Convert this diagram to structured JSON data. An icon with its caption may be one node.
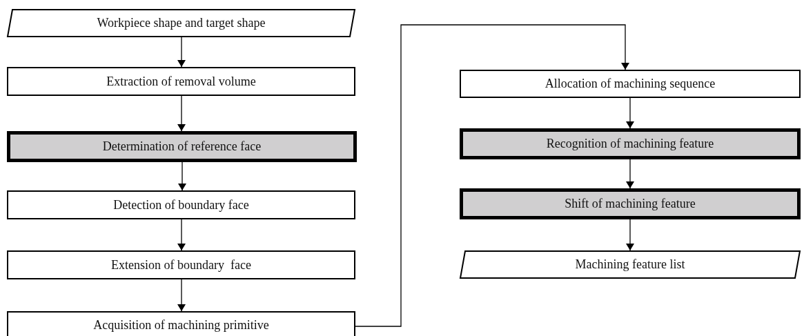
{
  "diagram": {
    "nodes": [
      {
        "text": [
          "Workpiece shape and target shape"
        ]
      },
      {
        "text": [
          "Extraction of removal volume"
        ]
      },
      {
        "text": [
          "Determination of reference face"
        ]
      },
      {
        "text": [
          "Detection of boundary face"
        ]
      },
      {
        "text": [
          "Extension of boundary  face"
        ]
      },
      {
        "text": [
          "Acquisition of machining primitive"
        ]
      },
      {
        "text": [
          "Allocation of machining sequence"
        ]
      },
      {
        "text": [
          "Recognition of machining feature"
        ]
      },
      {
        "text": [
          "Shift of machining feature"
        ]
      },
      {
        "text": [
          "Machining feature list"
        ]
      }
    ],
    "edges": [
      {
        "from": 0,
        "to": 1,
        "arrow": "to"
      },
      {
        "from": 1,
        "to": 2,
        "arrow": "to"
      },
      {
        "from": 2,
        "to": 3,
        "arrow": "to"
      },
      {
        "from": 3,
        "to": 4,
        "arrow": "to"
      },
      {
        "from": 4,
        "to": 5,
        "arrow": "to"
      },
      {
        "from": 5,
        "to": 6,
        "arrow": "to"
      },
      {
        "from": 6,
        "to": 7,
        "arrow": "to"
      },
      {
        "from": 7,
        "to": 8,
        "arrow": "to"
      },
      {
        "from": 8,
        "to": 9,
        "arrow": "to"
      }
    ]
  }
}
